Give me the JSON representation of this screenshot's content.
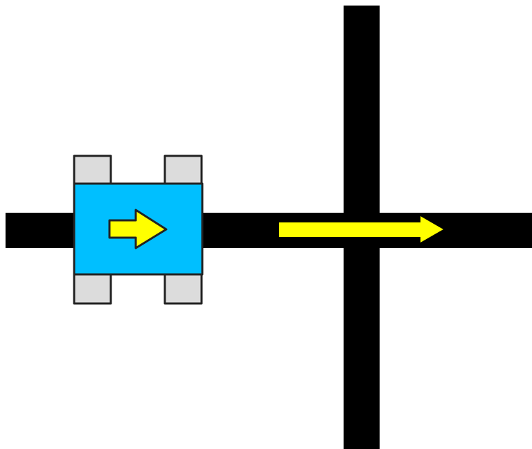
{
  "scene": {
    "background_color": "#ffffff",
    "track_color": "#000000",
    "arrow_color": "#ffff00",
    "robot_body_color": "#00bfff",
    "robot_wheel_color": "#dcdcdc",
    "outline_color": "#222222",
    "robot": {
      "heading": "right",
      "wheel_count": 4
    },
    "path_arrow": {
      "direction": "right"
    },
    "intersection": {
      "type": "cross"
    }
  }
}
